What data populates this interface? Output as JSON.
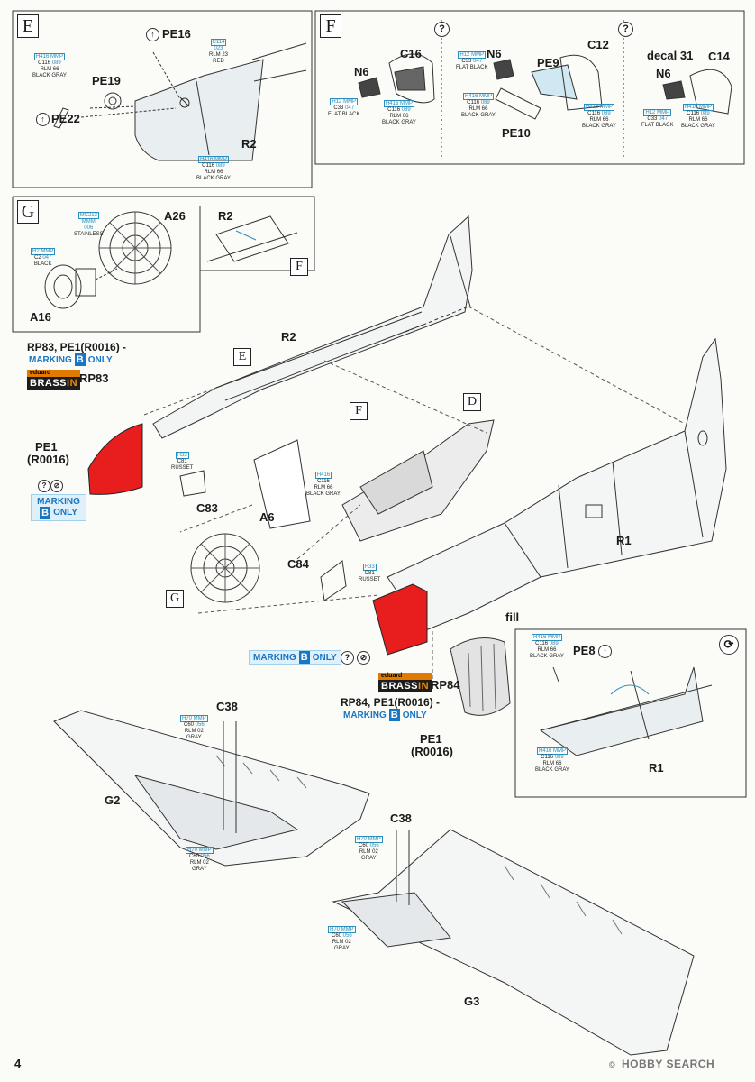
{
  "page": {
    "number": "4",
    "watermark": "HOBBY SEARCH",
    "copyright": "©"
  },
  "steps": {
    "E": "E",
    "F": "F",
    "G": "G"
  },
  "refs": {
    "F_g": "F",
    "E": "E",
    "D": "D",
    "F": "F",
    "G": "G"
  },
  "labels": {
    "pe16": "PE16",
    "pe19": "PE19",
    "pe22": "PE22",
    "r2_e": "R2",
    "n6_1": "N6",
    "c16_1": "C16",
    "n6_2": "N6",
    "pe9": "PE9",
    "c12": "C12",
    "pe10": "PE10",
    "decal31": "decal 31",
    "c14": "C14",
    "n6_3": "N6",
    "a26": "A26",
    "a16": "A16",
    "r2_g": "R2",
    "r2_main": "R2",
    "rp83": "RP83",
    "pe1_a": "PE1",
    "r0016_a": "(R0016)",
    "c83": "C83",
    "a6": "A6",
    "c84": "C84",
    "r1": "R1",
    "fill": "fill",
    "rp84": "RP84",
    "pe1_b": "PE1",
    "r0016_b": "(R0016)",
    "pe8": "PE8",
    "r1_inset": "R1",
    "c38_1": "C38",
    "g2": "G2",
    "c38_2": "C38",
    "g3": "G3",
    "note_rp83": "RP83, PE1(R0016) -",
    "note_rp84": "RP84, PE1(R0016) -"
  },
  "marking": {
    "text": "MARKING",
    "letter": "B",
    "only": "ONLY"
  },
  "brassin": {
    "top": "eduard",
    "main": "BRASS",
    "accent": "IN"
  },
  "callouts": {
    "c_e1": {
      "a": "H416 MMP",
      "c": "C116",
      "n": "089",
      "n1": "RLM 66",
      "n2": "BLACK GRAY"
    },
    "c_e2": {
      "a": "C114",
      "c": "",
      "n": "023",
      "n1": "RLM 23",
      "n2": "RED"
    },
    "c_e3": {
      "a": "H416 MMP",
      "c": "C116",
      "n": "089",
      "n1": "RLM 66",
      "n2": "BLACK GRAY"
    },
    "c_f1": {
      "a": "H12 MMP",
      "c": "C33",
      "n": "047",
      "n1": "FLAT BLACK",
      "n2": ""
    },
    "c_f2": {
      "a": "H416 MMP",
      "c": "C116",
      "n": "089",
      "n1": "RLM 66",
      "n2": "BLACK GRAY"
    },
    "c_f3": {
      "a": "H12 MMP",
      "c": "C33",
      "n": "047",
      "n1": "FLAT BLACK",
      "n2": ""
    },
    "c_f4": {
      "a": "H416 MMP",
      "c": "C116",
      "n": "089",
      "n1": "RLM 66",
      "n2": "BLACK GRAY"
    },
    "c_f5": {
      "a": "H416 MMP",
      "c": "C116",
      "n": "089",
      "n1": "RLM 66",
      "n2": "BLACK GRAY"
    },
    "c_f6": {
      "a": "H12 MMP",
      "c": "C33",
      "n": "047",
      "n1": "FLAT BLACK",
      "n2": ""
    },
    "c_f7": {
      "a": "H416 MMP",
      "c": "C116",
      "n": "089",
      "n1": "RLM 66",
      "n2": "BLACK GRAY"
    },
    "c_g1": {
      "a": "MC213",
      "c": "MMM",
      "n": "006",
      "n1": "STAINLESS",
      "n2": ""
    },
    "c_g2": {
      "a": "H2 MMP",
      "c": "C2",
      "n": "047",
      "n1": "BLACK",
      "n2": ""
    },
    "c_m1": {
      "a": "H33",
      "c": "C81",
      "n": "",
      "n1": "RUSSET",
      "n2": ""
    },
    "c_m2": {
      "a": "H416",
      "c": "C116",
      "n": "",
      "n1": "RLM 66",
      "n2": "BLACK GRAY"
    },
    "c_m3": {
      "a": "H33",
      "c": "C81",
      "n": "",
      "n1": "RUSSET",
      "n2": ""
    },
    "c_i1": {
      "a": "H416 MMP",
      "c": "C116",
      "n": "089",
      "n1": "RLM 66",
      "n2": "BLACK GRAY"
    },
    "c_i2": {
      "a": "H416 MMP",
      "c": "C116",
      "n": "089",
      "n1": "RLM 66",
      "n2": "BLACK GRAY"
    },
    "c_w1": {
      "a": "H70 MMP",
      "c": "C60",
      "n": "056",
      "n1": "RLM 02",
      "n2": "GRAY"
    },
    "c_w2": {
      "a": "H70 MMP",
      "c": "C60",
      "n": "056",
      "n1": "RLM 02",
      "n2": "GRAY"
    },
    "c_w3": {
      "a": "H70 MMP",
      "c": "C60",
      "n": "056",
      "n1": "RLM 02",
      "n2": "GRAY"
    },
    "c_w4": {
      "a": "H70 MMP",
      "c": "C60",
      "n": "056",
      "n1": "RLM 02",
      "n2": "GRAY"
    }
  },
  "colors": {
    "red_part": "#e81e1e",
    "marking_blue": "#1976c2",
    "brassin_orange": "#e07b00",
    "paint_code": "#2a8fbf"
  }
}
